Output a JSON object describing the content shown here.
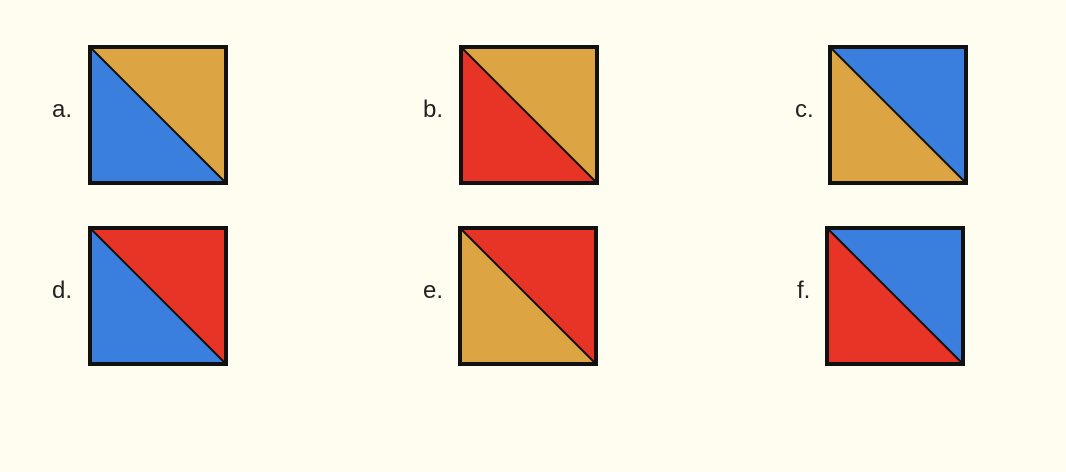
{
  "colors": {
    "background": "#fffdf0",
    "orange": "#dca442",
    "blue": "#3a7fdd",
    "red": "#e83426",
    "stroke": "#111111"
  },
  "options": [
    {
      "label": "a.",
      "upper_right": "orange",
      "lower_left": "blue"
    },
    {
      "label": "b.",
      "upper_right": "orange",
      "lower_left": "red"
    },
    {
      "label": "c.",
      "upper_right": "blue",
      "lower_left": "orange"
    },
    {
      "label": "d.",
      "upper_right": "red",
      "lower_left": "blue"
    },
    {
      "label": "e.",
      "upper_right": "red",
      "lower_left": "orange"
    },
    {
      "label": "f.",
      "upper_right": "blue",
      "lower_left": "red"
    }
  ]
}
